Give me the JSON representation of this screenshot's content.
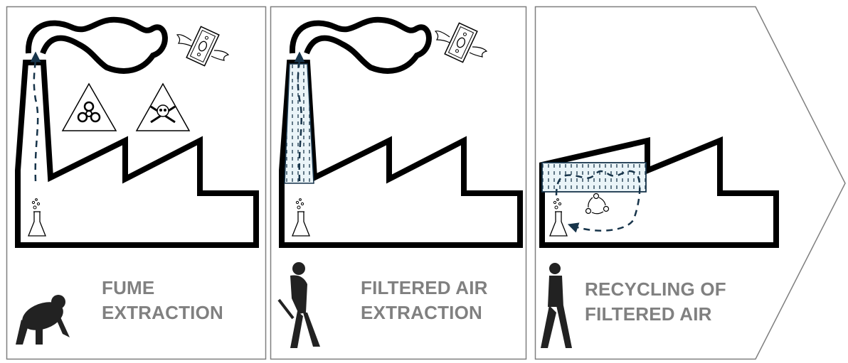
{
  "panels": [
    {
      "title_line1": "FUME",
      "title_line2": "EXTRACTION",
      "figure": "ape-silhouette",
      "icons": [
        "flying-money-icon",
        "biohazard-icon",
        "poison-skull-icon",
        "flask-icon"
      ]
    },
    {
      "title_line1": "FILTERED AIR",
      "title_line2": "EXTRACTION",
      "figure": "early-human-silhouette",
      "icons": [
        "flying-money-icon",
        "flask-icon",
        "filter-icon"
      ]
    },
    {
      "title_line1": "RECYCLING OF",
      "title_line2": "FILTERED AIR",
      "figure": "modern-human-silhouette",
      "icons": [
        "flask-icon",
        "filter-icon",
        "recycle-cycle-icon"
      ]
    }
  ],
  "colors": {
    "outline": "#000000",
    "frame": "#7f7f7f",
    "airflow": "#17344a",
    "label": "#808080",
    "filter_fill": "#eaf4f8"
  }
}
